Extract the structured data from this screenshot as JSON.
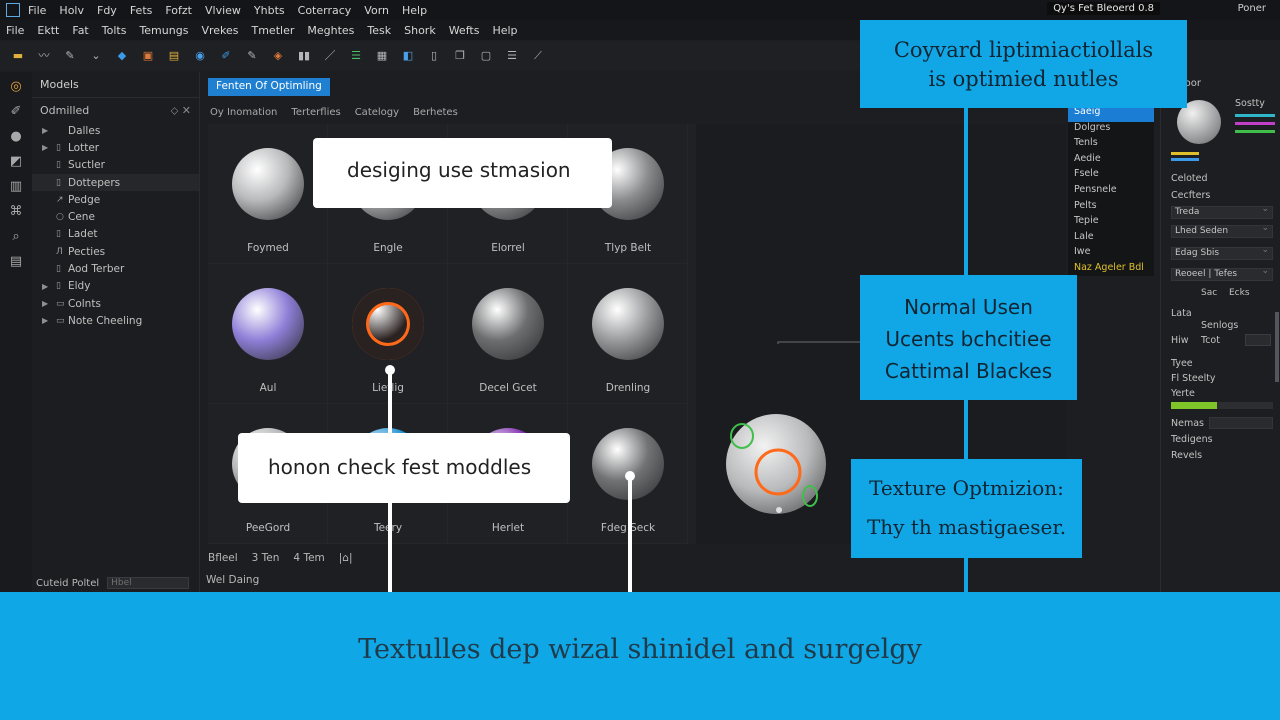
{
  "window": {
    "menu_primary": [
      "File",
      "Holv",
      "Fdy",
      "Fets",
      "Fofzt",
      "Vlview",
      "Yhbts",
      "Coterracy",
      "Vorn",
      "Help"
    ],
    "menu_secondary": [
      "File",
      "Ektt",
      "Fat",
      "Tolts",
      "Temungs",
      "Vrekes",
      "Tmetler",
      "Meghtes",
      "Tesk",
      "Shork",
      "Wefts",
      "Help"
    ],
    "project_label": "Qy's Fet Bleoerd 0.8",
    "corner_label": "Poner"
  },
  "outliner": {
    "title": "Models",
    "subheader": "Odmilled",
    "items": [
      {
        "label": "Dalles",
        "arrow": "▶",
        "icon": "",
        "selected": false
      },
      {
        "label": "Lotter",
        "arrow": "▶",
        "icon": "▯",
        "selected": false
      },
      {
        "label": "Suctler",
        "arrow": "",
        "icon": "▯",
        "selected": false
      },
      {
        "label": "Dottepers",
        "arrow": "",
        "icon": "▯",
        "selected": true
      },
      {
        "label": "Pedge",
        "arrow": "",
        "icon": "↗",
        "selected": false
      },
      {
        "label": "Cene",
        "arrow": "",
        "icon": "○",
        "selected": false
      },
      {
        "label": "Ladet",
        "arrow": "",
        "icon": "▯",
        "selected": false
      },
      {
        "label": "Pecties",
        "arrow": "",
        "icon": "Л",
        "selected": false
      },
      {
        "label": "Aod Terber",
        "arrow": "",
        "icon": "▯",
        "selected": false
      },
      {
        "label": "Eldy",
        "arrow": "▶",
        "icon": "▯",
        "selected": false
      },
      {
        "label": "Colnts",
        "arrow": "▶",
        "icon": "▭",
        "selected": false
      },
      {
        "label": "Note Cheeling",
        "arrow": "▶",
        "icon": "▭",
        "selected": false
      }
    ],
    "footer_label": "Cuteid Poltel",
    "footer_select": "Hbel"
  },
  "browser": {
    "active_tab": "Fenten Of Optimling",
    "bar_items": [
      "Oy Inomation",
      "Terterflies",
      "Catelogy",
      "Berhetes"
    ],
    "materials": [
      {
        "label": "Foymed",
        "color": "#b8b9bb"
      },
      {
        "label": "Engle",
        "color": "#a9aaac"
      },
      {
        "label": "Elorrel",
        "color": "#8f9092"
      },
      {
        "label": "Tlyp Belt",
        "color": "#8b8c8e"
      },
      {
        "label": "Aul",
        "color": "#8f7fd8"
      },
      {
        "label": "Lietlig",
        "color": "#2a2221"
      },
      {
        "label": "Decel Gcet",
        "color": "#6d6e70"
      },
      {
        "label": "Drenling",
        "color": "#9a9b9d"
      },
      {
        "label": "PeeGord",
        "color": "#b2b3b5"
      },
      {
        "label": "Teery",
        "color": "#1f8fd0"
      },
      {
        "label": "Herlet",
        "color": "#8030b0"
      },
      {
        "label": "Fdeg Seck",
        "color": "#727375"
      }
    ],
    "footer_items": [
      "Bfleel",
      "3 Ten",
      "4 Tem",
      "|⌂|"
    ],
    "status": "Wel Daing"
  },
  "middle_list": {
    "items": [
      "Saeig",
      "Dolgres",
      "Tenls",
      "Aedie",
      "Fsele",
      "Pensnele",
      "Pelts",
      "Tepie",
      "Lale",
      "Iwe",
      "Naz Ageler Bdl"
    ],
    "active_index": 0,
    "warn_index": 10
  },
  "right_panel": {
    "head": "Poor",
    "sphere_label": "Sostty",
    "colored_label": "Celoted",
    "sections": [
      {
        "label": "Cecfters",
        "field": "Treda"
      },
      {
        "label": "",
        "field": "Lhed Seden"
      },
      {
        "label": "",
        "field": "Edag Sbis"
      },
      {
        "label": "",
        "field": "Reoeel | Tefes"
      }
    ],
    "btn_a": "Sac",
    "btn_b": "Ecks",
    "lata": "Lata",
    "settings": "Senlogs",
    "hiw": "Hiw",
    "tcot": "Tcot",
    "type": "Tyee",
    "fl": "Fl Steelty",
    "yerte": "Yerte",
    "progress": 0.45,
    "nemas": "Nemas",
    "tedigens": "Tedigens",
    "revels": "Revels"
  },
  "callouts": {
    "top_right": [
      "Coyvard liptimiactiollals",
      "is optimied nutles"
    ],
    "middle_right": [
      "Normal Usen",
      "Ucents bchcitiee",
      "Cattimal Blackes"
    ],
    "lower_right": [
      "Texture Optmizion:",
      "Thy th mastigaeser."
    ],
    "white_top": "desiging use stmasion",
    "white_bottom": "honon check fest moddles",
    "bottom_banner": "Textulles dep wizal shinidel and surgelgy"
  },
  "colors": {
    "accent_blue": "#11a7e6",
    "tab_blue": "#1f7fd1",
    "purple_sphere": "#8f7fd8",
    "orange_ring": "#ff6a1a",
    "green_bar": "#7fc52a"
  }
}
